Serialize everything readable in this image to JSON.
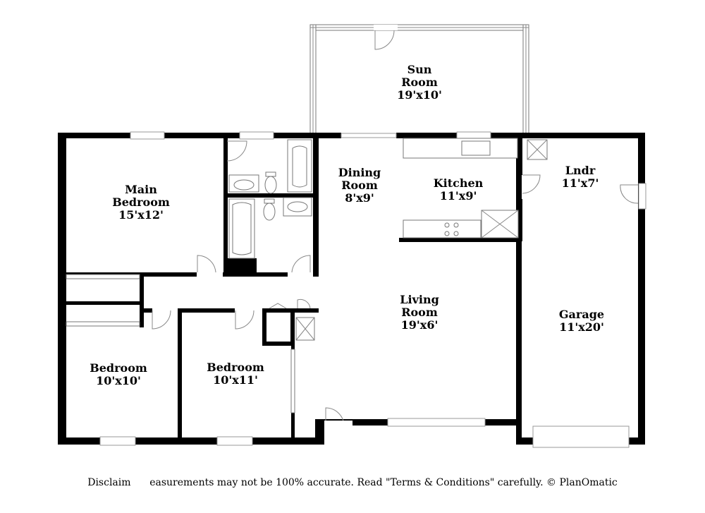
{
  "rooms": {
    "sun_room": {
      "line1": "Sun",
      "line2": "Room",
      "dims": "19'x10'"
    },
    "dining_room": {
      "line1": "Dining",
      "line2": "Room",
      "dims": "8'x9'"
    },
    "kitchen": {
      "line1": "Kitchen",
      "dims": "11'x9'"
    },
    "laundry": {
      "line1": "Lndr",
      "dims": "11'x7'"
    },
    "main_bedroom": {
      "line1": "Main",
      "line2": "Bedroom",
      "dims": "15'x12'"
    },
    "living_room": {
      "line1": "Living",
      "line2": "Room",
      "dims": "19'x6'"
    },
    "garage": {
      "line1": "Garage",
      "dims": "11'x20'"
    },
    "bedroom_1": {
      "line1": "Bedroom",
      "dims": "10'x10'"
    },
    "bedroom_2": {
      "line1": "Bedroom",
      "dims": "10'x11'"
    }
  },
  "disclaimer": "Disclaim      easurements may not be 100% accurate. Read \"Terms & Conditions\" carefully. © PlanOmatic"
}
